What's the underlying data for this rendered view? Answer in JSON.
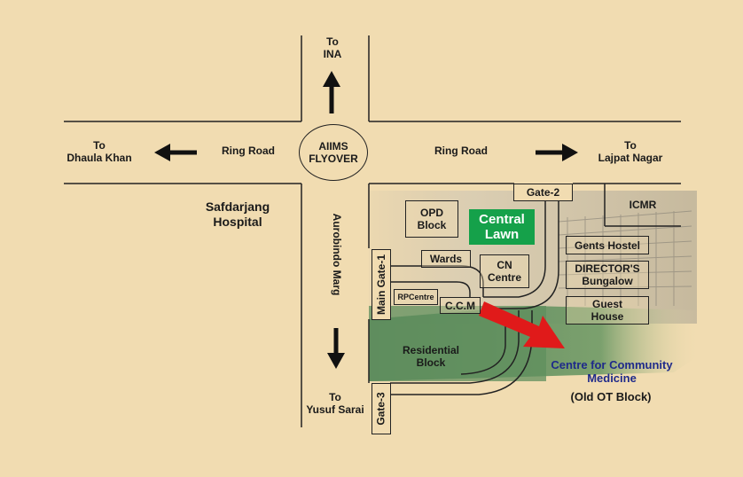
{
  "labels": {
    "to_ina": "To\nINA",
    "to_dhaula_khan": "To\nDhaula Khan",
    "ring_road_left": "Ring Road",
    "flyover": "AIIMS\nFLYOVER",
    "ring_road_right": "Ring Road",
    "to_lajpat_nagar": "To\nLajpat Nagar",
    "safdarjang_hospital": "Safdarjang\nHospital",
    "aurobindo_marg": "Aurobindo Marg",
    "gate_2": "Gate-2",
    "icmr": "ICMR",
    "opd_block": "OPD\nBlock",
    "central_lawn": "Central\nLawn",
    "gents_hostel": "Gents Hostel",
    "wards": "Wards",
    "cn_centre": "CN\nCentre",
    "directors_bungalow": "DIRECTOR'S\nBungalow",
    "main_gate_1": "Main Gate-1",
    "rp_centre": "RPCentre",
    "ccm": "C.C.M",
    "guest_house": "Guest\nHouse",
    "residential_block": "Residential\nBlock",
    "centre_community_medicine": "Centre for Community\nMedicine",
    "old_ot_block": "(Old OT Block)",
    "to_yusuf_sarai": "To\nYusuf Sarai",
    "gate_3": "Gate-3"
  },
  "colors": {
    "background": "#f1dcb1",
    "lawn": "#15a14a",
    "arrow_red": "#e01a1a",
    "ccm_text": "#1f2a8a",
    "grass": "#5f8f5e"
  }
}
